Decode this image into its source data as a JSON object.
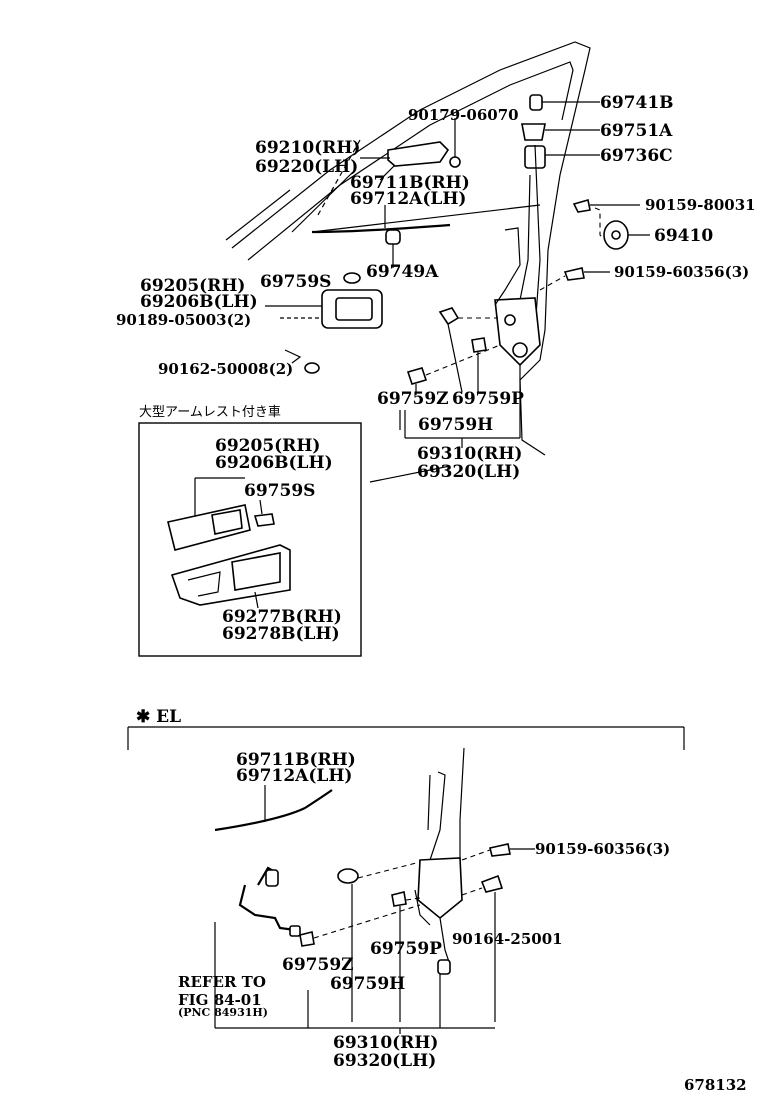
{
  "labels": {
    "p90179": "90179-06070",
    "p69741b": "69741B",
    "p69751a": "69751A",
    "p69736c": "69736C",
    "p69210": "69210(RH)",
    "p69220": "69220(LH)",
    "p69711b_top": "69711B(RH)",
    "p69712a_top": "69712A(LH)",
    "p90159_80031": "90159-80031",
    "p69410": "69410",
    "p90159_60356_top": "90159-60356(3)",
    "p69759s": "69759S",
    "p69749a": "69749A",
    "p69205_top": "69205(RH)",
    "p69206b_top": "69206B(LH)",
    "p90189": "90189-05003(2)",
    "p90162": "90162-50008(2)",
    "p69759z_top": "69759Z",
    "p69759p_top": "69759P",
    "p69759h_top": "69759H",
    "p69310_top": "69310(RH)",
    "p69320_top": "69320(LH)",
    "inset_caption": "大型アームレスト付き車",
    "p69205_inset": "69205(RH)",
    "p69206b_inset": "69206B(LH)",
    "p69759s_inset": "69759S",
    "p69277b": "69277B(RH)",
    "p69278b": "69278B(LH)",
    "el_header": "✱ EL",
    "p69711b_el": "69711B(RH)",
    "p69712a_el": "69712A(LH)",
    "p90159_60356_el": "90159-60356(3)",
    "p90164": "90164-25001",
    "p69759p_el": "69759P",
    "p69759z_el": "69759Z",
    "p69759h_el": "69759H",
    "refer_line1": "REFER TO",
    "refer_line2": "FIG 84-01",
    "refer_line3": "(PNC 84931H)",
    "p69310_el": "69310(RH)",
    "p69320_el": "69320(LH)",
    "figure_id": "678132"
  }
}
